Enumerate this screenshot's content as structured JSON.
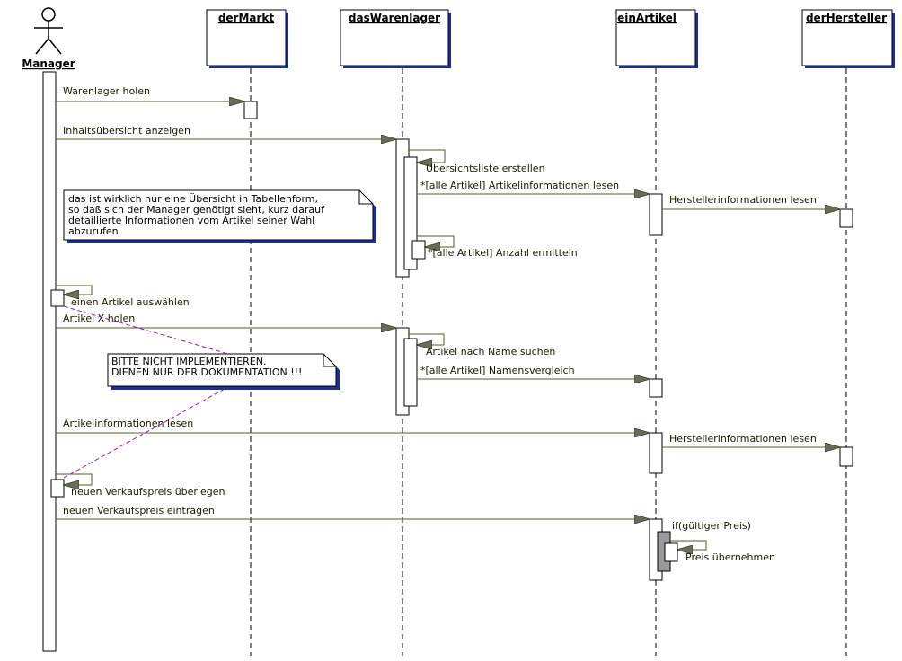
{
  "actor": {
    "name": "Manager",
    "icon": "stick-figure-icon"
  },
  "lifelines": [
    {
      "id": "derMarkt",
      "label": "derMarkt"
    },
    {
      "id": "dasWarenlager",
      "label": "dasWarenlager"
    },
    {
      "id": "einArtikel",
      "label": "einArtikel"
    },
    {
      "id": "derHersteller",
      "label": "derHersteller"
    }
  ],
  "messages": [
    {
      "id": "m1",
      "label": "Warenlager holen",
      "from": "Manager",
      "to": "derMarkt"
    },
    {
      "id": "m2",
      "label": "Inhaltsübersicht anzeigen",
      "from": "Manager",
      "to": "dasWarenlager"
    },
    {
      "id": "m3",
      "label": "Übersichtsliste erstellen",
      "from": "dasWarenlager",
      "to": "dasWarenlager"
    },
    {
      "id": "m4",
      "label": "*[alle Artikel] Artikelinformationen lesen",
      "from": "dasWarenlager",
      "to": "einArtikel"
    },
    {
      "id": "m5",
      "label": "Herstellerinformationen lesen",
      "from": "einArtikel",
      "to": "derHersteller"
    },
    {
      "id": "m6",
      "label": "*[alle Artikel] Anzahl ermitteln",
      "from": "dasWarenlager",
      "to": "dasWarenlager"
    },
    {
      "id": "m7",
      "label": "einen Artikel auswählen",
      "from": "Manager",
      "to": "Manager"
    },
    {
      "id": "m8",
      "label": "Artikel X holen",
      "from": "Manager",
      "to": "dasWarenlager"
    },
    {
      "id": "m9",
      "label": "Artikel nach Name suchen",
      "from": "dasWarenlager",
      "to": "dasWarenlager"
    },
    {
      "id": "m10",
      "label": "*[alle Artikel] Namensvergleich",
      "from": "dasWarenlager",
      "to": "einArtikel"
    },
    {
      "id": "m11",
      "label": "Artikelinformationen lesen",
      "from": "Manager",
      "to": "einArtikel"
    },
    {
      "id": "m12",
      "label": "Herstellerinformationen lesen",
      "from": "einArtikel",
      "to": "derHersteller"
    },
    {
      "id": "m13",
      "label": "neuen Verkaufspreis überlegen",
      "from": "Manager",
      "to": "Manager"
    },
    {
      "id": "m14",
      "label": "neuen Verkaufspreis eintragen",
      "from": "Manager",
      "to": "einArtikel"
    },
    {
      "id": "m15",
      "label": "if(gültiger Preis)",
      "from": "einArtikel",
      "to": "einArtikel"
    },
    {
      "id": "m16",
      "label": "Preis übernehmen",
      "from": "einArtikel",
      "to": "einArtikel"
    }
  ],
  "notes": [
    {
      "id": "note1",
      "lines": [
        "das ist wirklich nur eine Übersicht in Tabellenform,",
        "so daß sich der Manager genötigt sieht, kurz darauf",
        "detaillierte Informationen vom Artikel seiner Wahl",
        "abzurufen"
      ]
    },
    {
      "id": "note2",
      "lines": [
        "BITTE NICHT IMPLEMENTIEREN.",
        "DIENEN NUR DER DOKUMENTATION !!!"
      ]
    }
  ],
  "colors": {
    "message_line": "#5a5a2a",
    "arrowhead": "#6b6b5a",
    "note_link": "#8a2a9a",
    "box_border": "#000000",
    "shadow": "#1f2f8c",
    "condition_box": "#9a9a9a",
    "text": "#1a1a00"
  }
}
